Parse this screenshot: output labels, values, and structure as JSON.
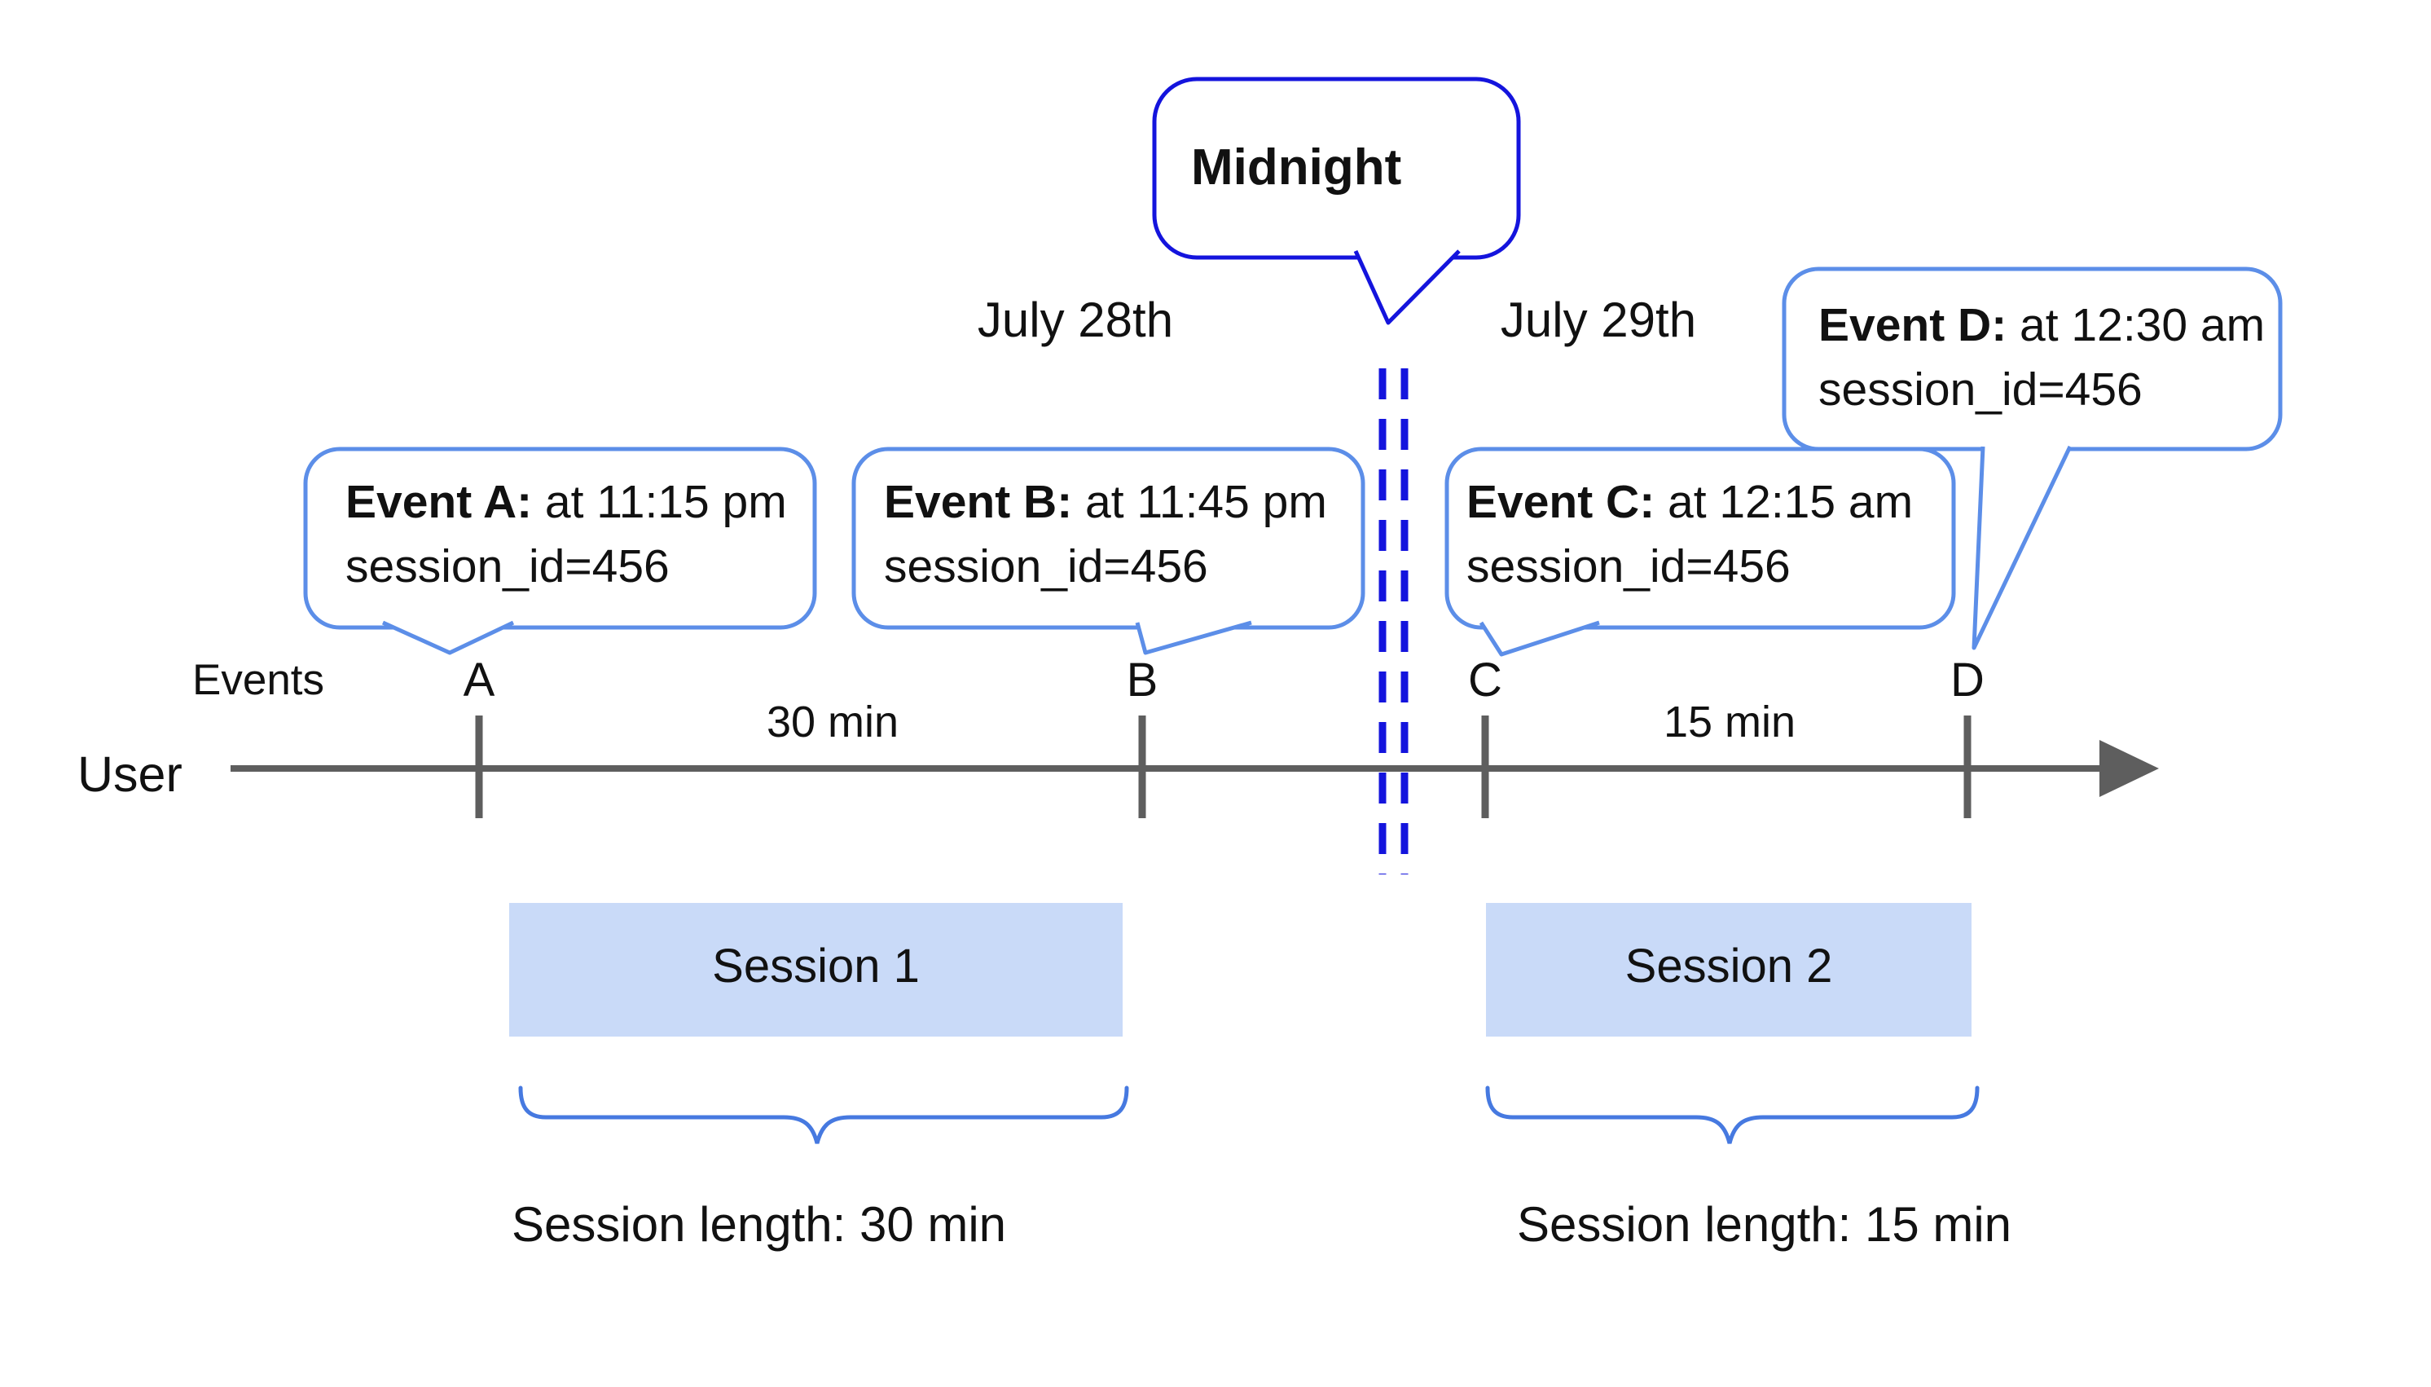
{
  "title_callout": {
    "label": "Midnight"
  },
  "dates": {
    "left": "July 28th",
    "right": "July 29th"
  },
  "events": [
    {
      "letter": "A",
      "title": "Event A:",
      "time": " at 11:15 pm",
      "session": "session_id=456"
    },
    {
      "letter": "B",
      "title": "Event B:",
      "time": " at 11:45 pm",
      "session": "session_id=456"
    },
    {
      "letter": "C",
      "title": "Event C:",
      "time": " at 12:15 am",
      "session": "session_id=456"
    },
    {
      "letter": "D",
      "title": "Event D:",
      "time": " at 12:30 am",
      "session": "session_id=456"
    }
  ],
  "axis": {
    "events_label": "Events",
    "user_label": "User",
    "intervals": [
      "30 min",
      "15 min"
    ]
  },
  "sessions": [
    {
      "name": "Session 1",
      "length_label": "Session length: 30 min"
    },
    {
      "name": "Session 2",
      "length_label": "Session length: 15 min"
    }
  ],
  "colors": {
    "midnight_blue": "#1414dd",
    "callout_border_blue": "#5c8ee8",
    "brace_blue": "#4679e0",
    "session_fill": "#c9daf8",
    "axis_gray": "#5e5e5e",
    "text": "#111111"
  }
}
